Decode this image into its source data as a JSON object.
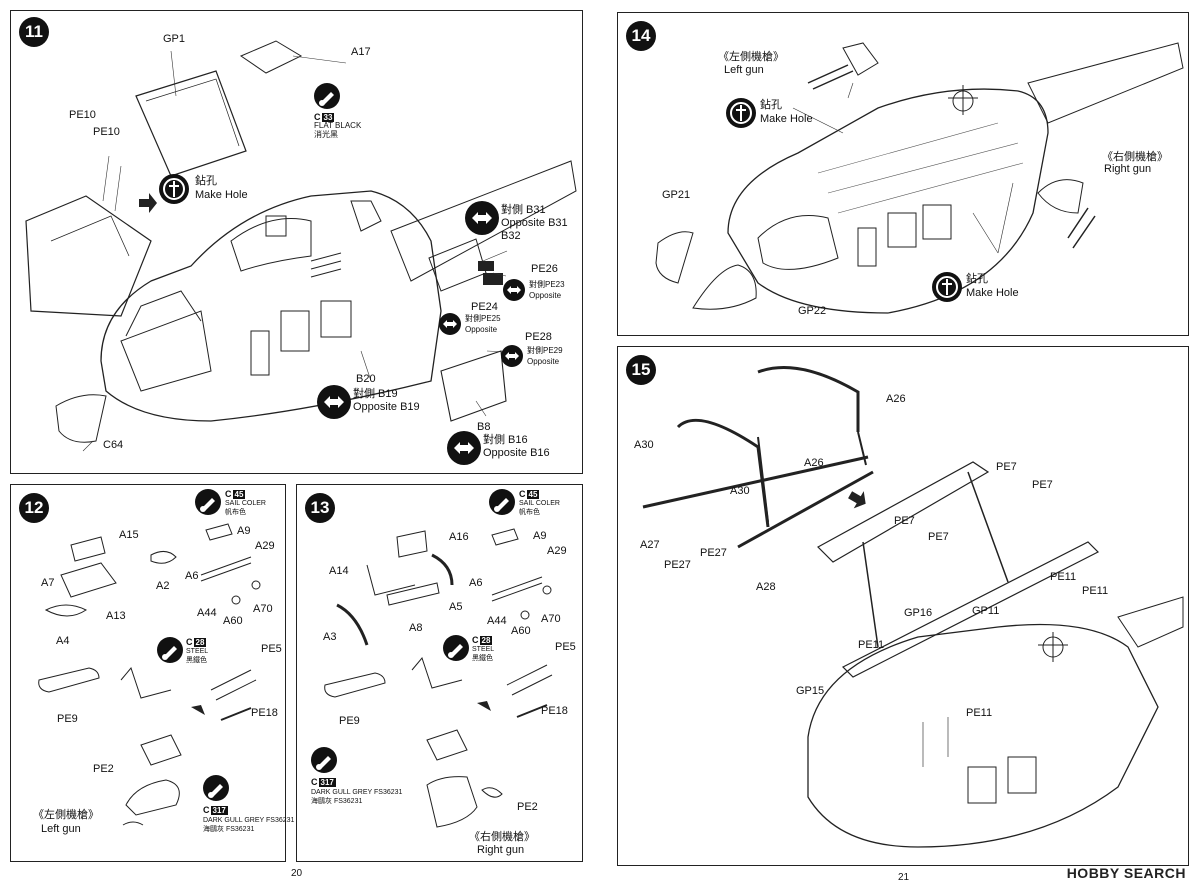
{
  "pages": {
    "left": "20",
    "right": "21"
  },
  "watermark": "HOBBY SEARCH",
  "step11": {
    "number": "11",
    "parts": {
      "gp1": "GP1",
      "a17": "A17",
      "pe10a": "PE10",
      "pe10b": "PE10",
      "c64": "C64",
      "b20": "B20",
      "b32": "B32",
      "pe26": "PE26",
      "pe24": "PE24",
      "pe28": "PE28",
      "b8": "B8"
    },
    "paint": {
      "code": "C",
      "num": "33",
      "en": "FLAT BLACK",
      "cn": "消光黑"
    },
    "hole": {
      "cn": "鉆孔",
      "en": "Make Hole"
    },
    "opp_b31": {
      "cn": "對側 B31",
      "en": "Opposite B31"
    },
    "opp_pe23": {
      "cn": "對側PE23",
      "en": "Opposite"
    },
    "opp_pe25": {
      "cn": "對側PE25",
      "en": "Opposite"
    },
    "opp_pe29": {
      "cn": "對側PE29",
      "en": "Opposite"
    },
    "opp_b19": {
      "part": "B20",
      "cn": "對側 B19",
      "en": "Opposite B19"
    },
    "opp_b16": {
      "cn": "對側 B16",
      "en": "Opposite B16"
    }
  },
  "step12": {
    "number": "12",
    "parts": {
      "a15": "A15",
      "a7": "A7",
      "a2": "A2",
      "a13": "A13",
      "a4": "A4",
      "a9": "A9",
      "a29": "A29",
      "a6": "A6",
      "a44": "A44",
      "a60": "A60",
      "a70": "A70",
      "pe5": "PE5",
      "pe18": "PE18",
      "pe9": "PE9",
      "pe2": "PE2"
    },
    "paint1": {
      "code": "C",
      "num": "45",
      "en": "SAIL COLER",
      "cn": "帆布色"
    },
    "paint2": {
      "code": "C",
      "num": "28",
      "en": "STEEL",
      "cn": "黑鐵色"
    },
    "paint3": {
      "code": "C",
      "num": "317",
      "en": "DARK GULL GREY FS36231",
      "cn": "海鷗灰 FS36231"
    },
    "gun": {
      "cn": "《左側機槍》",
      "en": "Left gun"
    }
  },
  "step13": {
    "number": "13",
    "parts": {
      "a16": "A16",
      "a14": "A14",
      "a5": "A5",
      "a3": "A3",
      "a8": "A8",
      "a9": "A9",
      "a29": "A29",
      "a6": "A6",
      "a44": "A44",
      "a60": "A60",
      "a70": "A70",
      "pe5": "PE5",
      "pe18": "PE18",
      "pe9": "PE9",
      "pe2": "PE2"
    },
    "paint1": {
      "code": "C",
      "num": "45",
      "en": "SAIL COLER",
      "cn": "帆布色"
    },
    "paint2": {
      "code": "C",
      "num": "28",
      "en": "STEEL",
      "cn": "黑鐵色"
    },
    "paint3": {
      "code": "C",
      "num": "317",
      "en": "DARK GULL GREY FS36231",
      "cn": "海鷗灰 FS36231"
    },
    "gun": {
      "cn": "《右側機槍》",
      "en": "Right gun"
    }
  },
  "step14": {
    "number": "14",
    "left_gun": {
      "cn": "《左側機槍》",
      "en": "Left gun"
    },
    "right_gun": {
      "cn": "《右側機槍》",
      "en": "Right gun"
    },
    "hole1": {
      "cn": "鉆孔",
      "en": "Make Hole"
    },
    "hole2": {
      "cn": "鉆孔",
      "en": "Make Hole"
    },
    "parts": {
      "gp21": "GP21",
      "gp22": "GP22"
    }
  },
  "step15": {
    "number": "15",
    "parts": {
      "a26a": "A26",
      "a26b": "A26",
      "a30a": "A30",
      "a30b": "A30",
      "a27": "A27",
      "pe27a": "PE27",
      "pe27b": "PE27",
      "a28": "A28",
      "pe7a": "PE7",
      "pe7b": "PE7",
      "pe7c": "PE7",
      "pe7d": "PE7",
      "pe11a": "PE11",
      "pe11b": "PE11",
      "pe11c": "PE11",
      "pe11d": "PE11",
      "gp16": "GP16",
      "gp11": "GP11",
      "gp15": "GP15"
    }
  }
}
